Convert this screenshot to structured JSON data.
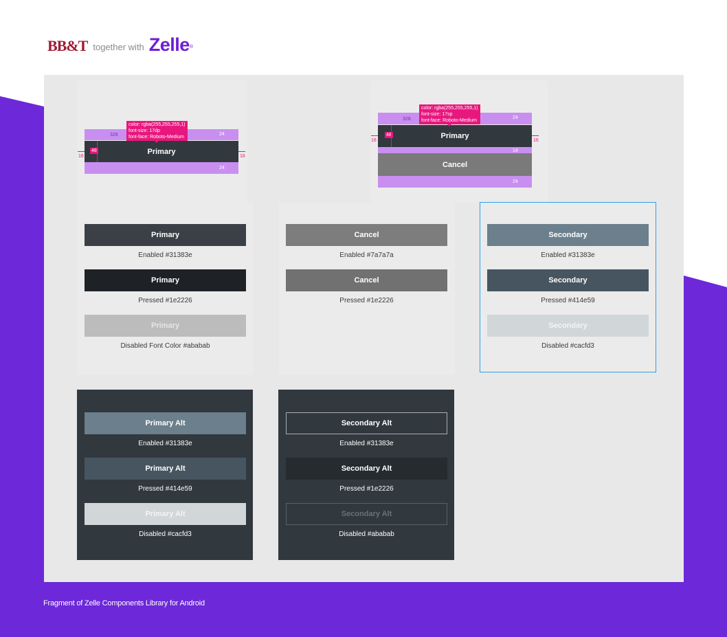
{
  "brand": {
    "bank": "BB&T",
    "together": "together with",
    "zelle": "Zelle",
    "reg": "®",
    "accent_color": "#6d28d9"
  },
  "spec_single": {
    "width_label": "328",
    "side_left": "16",
    "side_right": "16",
    "height_label": "48",
    "pad_top": "24",
    "pad_bottom": "24",
    "button_label": "Primary",
    "tooltip": [
      "color: rgba(255,255,255,1)",
      "font-size: 17dp",
      "font-face: Roboto-Medium"
    ]
  },
  "spec_double": {
    "width_label": "328",
    "side_left": "16",
    "side_right": "16",
    "height_label": "48",
    "pad_top": "24",
    "gap": "14",
    "pad_bottom": "24",
    "primary_label": "Primary",
    "cancel_label": "Cancel",
    "tooltip": [
      "color: rgba(255,255,255,1)",
      "font-size: 17sp",
      "font-face: Roboto-Medium"
    ]
  },
  "primary_col": [
    {
      "label": "Primary",
      "caption": "Enabled #31383e",
      "bg": "#3a4046",
      "fg": "#ffffff"
    },
    {
      "label": "Primary",
      "caption": "Pressed #1e2226",
      "bg": "#1e2226",
      "fg": "#ffffff"
    },
    {
      "label": "Primary",
      "caption": "Disabled Font Color #ababab",
      "bg": "#bcbcbc",
      "fg": "#e6e6e6"
    }
  ],
  "cancel_col": [
    {
      "label": "Cancel",
      "caption": "Enabled #7a7a7a",
      "bg": "#7d7d7d",
      "fg": "#ffffff"
    },
    {
      "label": "Cancel",
      "caption": "Pressed #1e2226",
      "bg": "#717171",
      "fg": "#ffffff"
    }
  ],
  "secondary_col": [
    {
      "label": "Secondary",
      "caption": "Enabled #31383e",
      "bg": "#6b7f8c",
      "fg": "#ffffff"
    },
    {
      "label": "Secondary",
      "caption": "Pressed #414e59",
      "bg": "#465560",
      "fg": "#ffffff"
    },
    {
      "label": "Secondary",
      "caption": "Disabled #cacfd3",
      "bg": "#d1d6d9",
      "fg": "#f3f4f5"
    }
  ],
  "primary_alt_col": [
    {
      "label": "Primary Alt",
      "caption": "Enabled #31383e",
      "bg": "#6b7f8c",
      "fg": "#ffffff"
    },
    {
      "label": "Primary Alt",
      "caption": "Pressed #414e59",
      "bg": "#465560",
      "fg": "#ffffff"
    },
    {
      "label": "Primary Alt",
      "caption": "Disabled #cacfd3",
      "bg": "#d1d6d9",
      "fg": "#f3f4f5"
    }
  ],
  "secondary_alt_col": [
    {
      "label": "Secondary Alt",
      "caption": "Enabled #31383e",
      "bg": "#31383e",
      "fg": "#ffffff",
      "border": "#a9afb3"
    },
    {
      "label": "Secondary Alt",
      "caption": "Pressed #1e2226",
      "bg": "#262b30",
      "fg": "#ffffff",
      "border": "#262b30"
    },
    {
      "label": "Secondary Alt",
      "caption": "Disabled #ababab",
      "bg": "#31383e",
      "fg": "#6a7278",
      "border": "#5a6268"
    }
  ],
  "footer": "Fragment of Zelle Components Library for Android"
}
